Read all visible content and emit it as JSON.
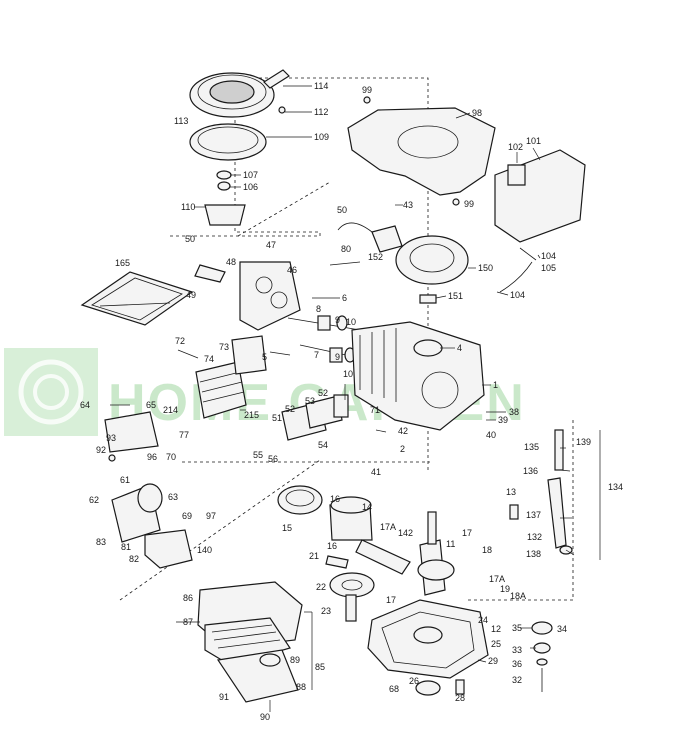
{
  "watermark": {
    "text": "HOME GARDEN",
    "color": "#9fd79f"
  },
  "labels": {
    "l114": "114",
    "l112": "112",
    "l113": "113",
    "l109": "109",
    "l107": "107",
    "l106": "106",
    "l110": "110",
    "l99a": "99",
    "l98": "98",
    "l99b": "99",
    "l102": "102",
    "l101": "101",
    "l43": "43",
    "l50a": "50",
    "l152": "152",
    "l80": "80",
    "l150": "150",
    "l151": "151",
    "l104a": "104",
    "l105": "105",
    "l104b": "104",
    "l165": "165",
    "l50b": "50",
    "l49": "49",
    "l48": "48",
    "l47": "47",
    "l46": "46",
    "l6": "6",
    "l8": "8",
    "l9a": "9",
    "l10a": "10",
    "l4": "4",
    "l72": "72",
    "l74": "74",
    "l73": "73",
    "l5": "5",
    "l7": "7",
    "l9b": "9",
    "l10b": "10",
    "l1": "1",
    "l64": "64",
    "l65": "65",
    "l214": "214",
    "l215": "215",
    "l52a": "52",
    "l52b": "52",
    "l53": "53",
    "l51": "51",
    "l54": "54",
    "l71": "71",
    "l42": "42",
    "l2": "2",
    "l38": "38",
    "l39": "39",
    "l40": "40",
    "l93": "93",
    "l96": "96",
    "l92": "92",
    "l77": "77",
    "l70": "70",
    "l55": "55",
    "l56": "56",
    "l41": "41",
    "l135": "135",
    "l139": "139",
    "l136": "136",
    "l134": "134",
    "l61": "61",
    "l63": "63",
    "l62": "62",
    "l97": "97",
    "l16a": "16",
    "l14": "14",
    "l131": "13",
    "l137": "137",
    "l132": "132",
    "l69": "69",
    "l83": "83",
    "l81": "81",
    "l140": "140",
    "l15": "15",
    "l17a": "17A",
    "l142": "142",
    "l11": "11",
    "l17b": "17",
    "l138": "138",
    "l82": "82",
    "l16b": "16",
    "l21": "21",
    "l18": "18",
    "l22": "22",
    "l17c": "17A",
    "l19": "19",
    "l18a": "18A",
    "l17d": "17",
    "l86": "86",
    "l23": "23",
    "l87": "87",
    "l24": "24",
    "l12": "12",
    "l35": "35",
    "l34": "34",
    "l25": "25",
    "l33": "33",
    "l89": "89",
    "l85": "85",
    "l29": "29",
    "l36": "36",
    "l88": "88",
    "l26": "26",
    "l91": "91",
    "l68": "68",
    "l28": "28",
    "l32": "32",
    "l90": "90"
  }
}
